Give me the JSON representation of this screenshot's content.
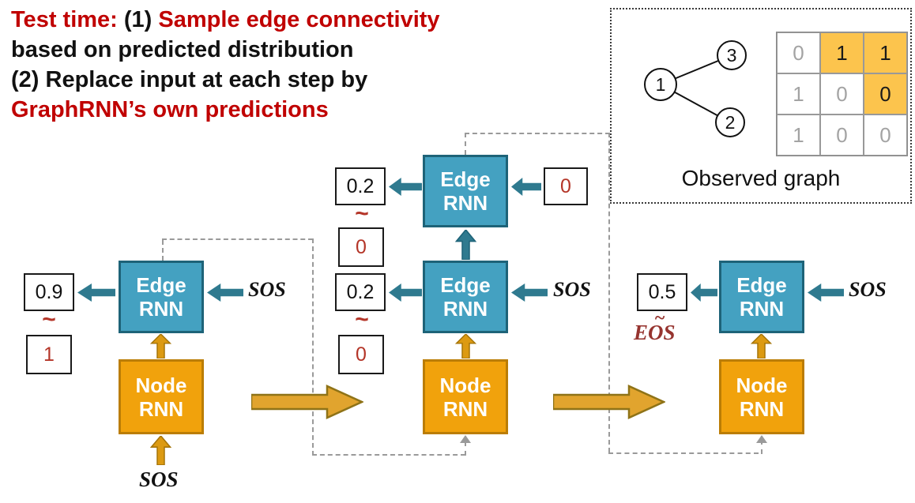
{
  "title": {
    "part1": "Test time: ",
    "part2": "(1) ",
    "part3": "Sample edge connectivity",
    "line2": "based on predicted distribution",
    "line3": "(2) Replace input at each step by",
    "line4": "GraphRNN’s own predictions"
  },
  "observed": {
    "caption": "Observed graph",
    "node1": "1",
    "node2": "2",
    "node3": "3",
    "matrix": {
      "rows": [
        [
          "0",
          "1",
          "1"
        ],
        [
          "1",
          "0",
          "0"
        ],
        [
          "1",
          "0",
          "0"
        ]
      ]
    }
  },
  "labels": {
    "edge_line1": "Edge",
    "edge_line2": "RNN",
    "node_line1": "Node",
    "node_line2": "RNN",
    "sos": "SOS",
    "tilde": "~"
  },
  "steps": {
    "s1": {
      "prob": "0.9",
      "sample": "1",
      "edge_input": "SOS",
      "node_input": "SOS"
    },
    "s2": {
      "lower": {
        "prob": "0.2",
        "sample": "0",
        "edge_input": "SOS"
      },
      "upper": {
        "prob": "0.2",
        "sample": "0",
        "edge_input": "0"
      }
    },
    "s3": {
      "prob": "0.5",
      "sample": "EOS",
      "edge_input": "SOS"
    }
  },
  "colors": {
    "accent_red": "#C00000",
    "sample_red": "#B43528",
    "teal": "#44A1C1",
    "orange": "#F1A20C",
    "matrix_highlight": "#FCC44D"
  }
}
